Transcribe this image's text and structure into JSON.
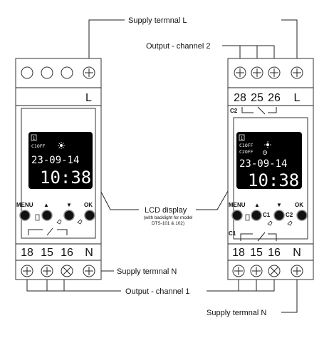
{
  "callouts": {
    "supply_l": "Supply termnal L",
    "output_ch2": "Output - channel 2",
    "lcd_title": "LCD display",
    "lcd_sub1": "(with backlight for model",
    "lcd_sub2": "DTS-101 & 102)",
    "supply_n_left": "Supply termnal N",
    "output_ch1": "Output - channel 1",
    "supply_n_right": "Supply termnal N"
  },
  "left_device": {
    "top_terminal_label": "L",
    "bottom_terminals": [
      "18",
      "15",
      "16",
      "N"
    ],
    "buttons": [
      "MENU",
      "▲",
      "▼",
      "OK"
    ],
    "lcd": {
      "channel_badge": "1",
      "status": "C1OFF",
      "date": "23-09-14",
      "time": "10:38"
    }
  },
  "right_device": {
    "top_terminals": [
      "28",
      "25",
      "26",
      "L"
    ],
    "top_channel_tag": "C2",
    "bottom_terminals": [
      "18",
      "15",
      "16",
      "N"
    ],
    "bottom_channel_tag": "C1",
    "buttons": [
      "MENU",
      "▲",
      "▼",
      "OK"
    ],
    "button_tags": [
      "C1",
      "C2"
    ],
    "lcd": {
      "channel_badge": "1",
      "status1": "C1OFF",
      "status2": "C2OFF",
      "date": "23-09-14",
      "time": "10:38"
    }
  },
  "icons": {
    "sun": "sun-icon",
    "clock": "clock-icon",
    "hand": "hand-pointer-icon",
    "screw": "screw-terminal-icon"
  }
}
